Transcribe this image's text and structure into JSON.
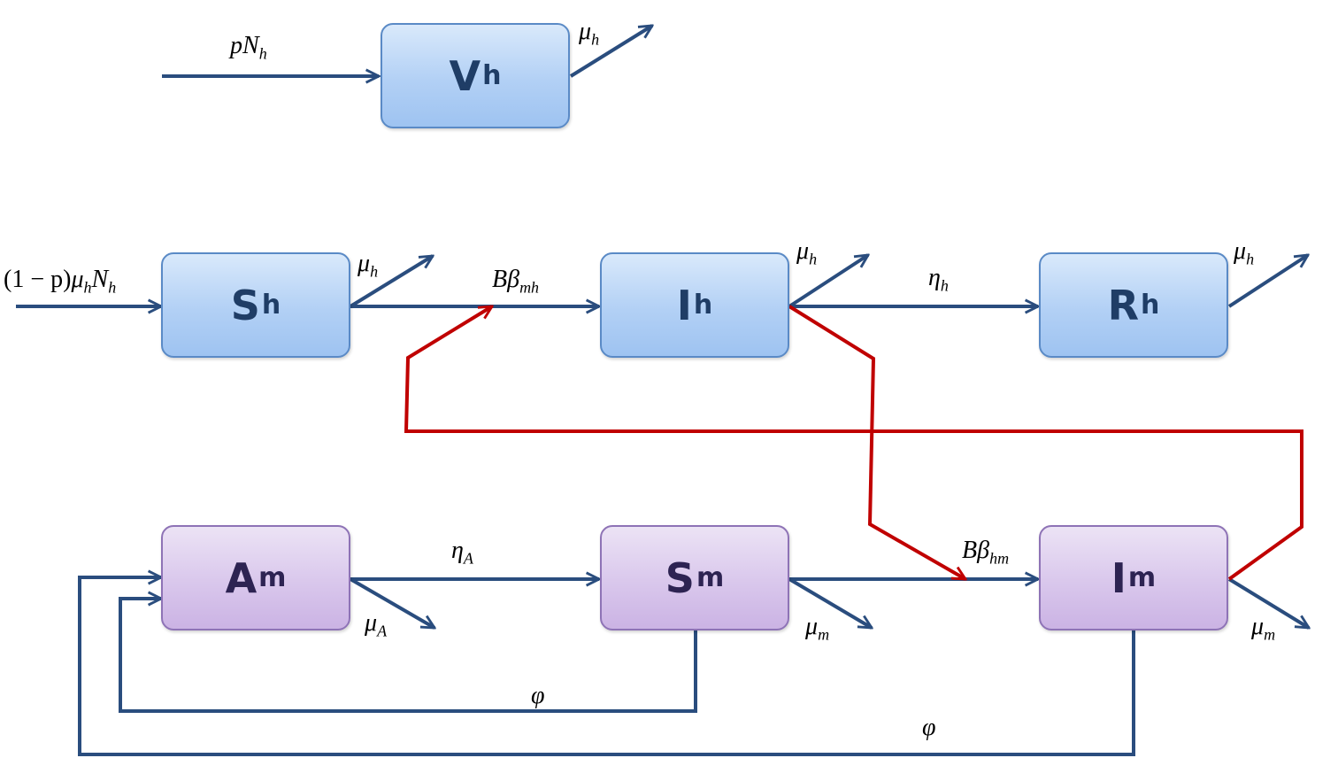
{
  "colors": {
    "flow_arrow": "#2a4d7e",
    "infection_arrow": "#c00000",
    "human_box_fill": "#b2d0f5",
    "human_box_border": "#5a8ac6",
    "human_text": "#1f3d66",
    "mosquito_box_fill": "#d9c7ec",
    "mosquito_box_border": "#8e73b6",
    "mosquito_text": "#2d2352"
  },
  "compartments": {
    "vh": {
      "main": "V",
      "sub": "h"
    },
    "sh": {
      "main": "S",
      "sub": "h"
    },
    "ih": {
      "main": "I",
      "sub": "h"
    },
    "rh": {
      "main": "R",
      "sub": "h"
    },
    "am": {
      "main": "A",
      "sub": "m"
    },
    "sm": {
      "main": "S",
      "sub": "m"
    },
    "im": {
      "main": "I",
      "sub": "m"
    }
  },
  "rates": {
    "vacc_inflow": {
      "main": "pN",
      "sub": "h"
    },
    "vh_death": {
      "main": "μ",
      "sub": "h"
    },
    "sh_inflow": {
      "prefix": "(1 − p)",
      "main1": "μ",
      "sub1": "h",
      "main2": "N",
      "sub2": "h"
    },
    "sh_death": {
      "main": "μ",
      "sub": "h"
    },
    "human_infection": {
      "main": "Bβ",
      "sub": "mh"
    },
    "ih_death": {
      "main": "μ",
      "sub": "h"
    },
    "recovery": {
      "main": "η",
      "sub": "h"
    },
    "rh_death": {
      "main": "μ",
      "sub": "h"
    },
    "aquatic_maturation": {
      "main": "η",
      "sub": "A"
    },
    "am_death": {
      "main": "μ",
      "sub": "A"
    },
    "mosquito_infection": {
      "main": "Bβ",
      "sub": "hm"
    },
    "sm_death": {
      "main": "μ",
      "sub": "m"
    },
    "im_death": {
      "main": "μ",
      "sub": "m"
    },
    "sm_oviposition": {
      "main": "φ"
    },
    "im_oviposition": {
      "main": "φ"
    }
  }
}
